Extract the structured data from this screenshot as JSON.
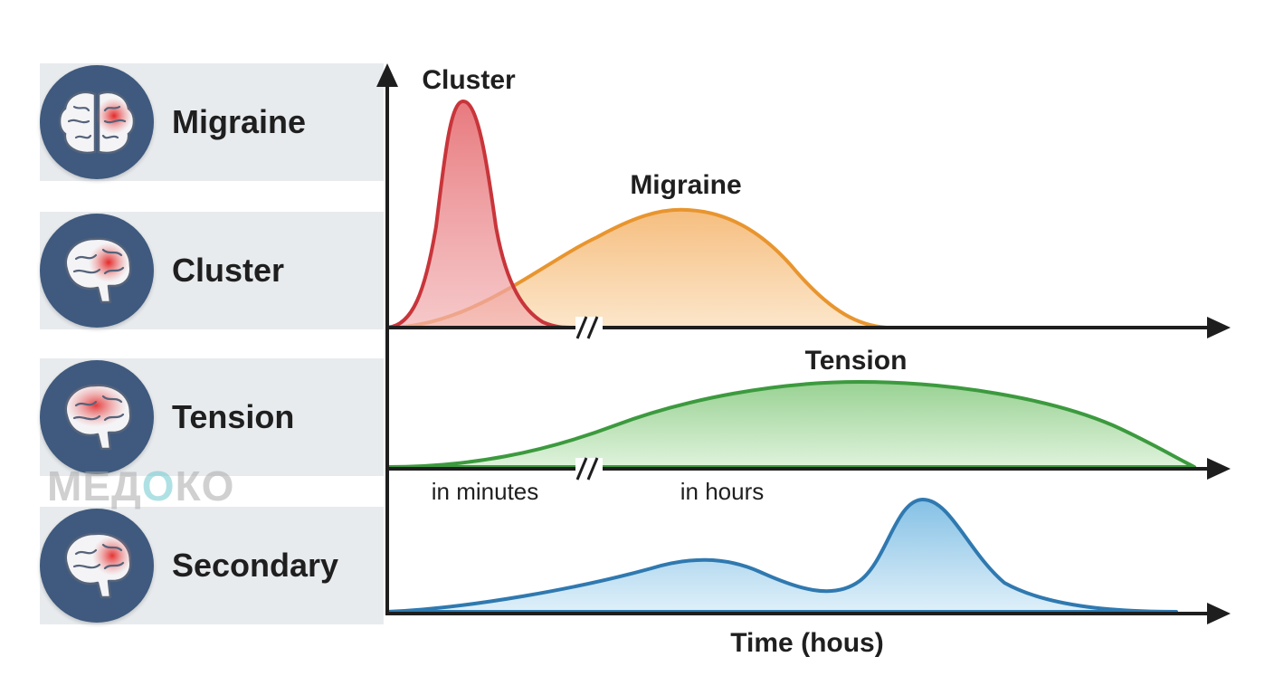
{
  "rows": [
    {
      "label": "Migraine",
      "icon": "brain-front-icon"
    },
    {
      "label": "Cluster",
      "icon": "brain-side-icon"
    },
    {
      "label": "Tension",
      "icon": "brain-side-icon"
    },
    {
      "label": "Secondary",
      "icon": "brain-side-icon"
    }
  ],
  "chart_data": {
    "type": "area",
    "xlabel": "Time (hous)",
    "segment_labels": [
      "in minutes",
      "in hours"
    ],
    "series": [
      {
        "name": "Cluster",
        "color": "#c8353a",
        "fill": "#e9787b"
      },
      {
        "name": "Migraine",
        "color": "#e89534",
        "fill": "#f6c083"
      },
      {
        "name": "Tension",
        "color": "#3c9a3e",
        "fill": "#8fd08a"
      },
      {
        "color": "#2f79b0",
        "fill": "#86c3e6"
      }
    ]
  },
  "watermark": {
    "part1": "МЕД",
    "accent": "О",
    "part2": "КО"
  },
  "colors": {
    "badge": "#3f5a7e",
    "row_bg": "#e8ebee",
    "axis": "#1e1e1e"
  }
}
